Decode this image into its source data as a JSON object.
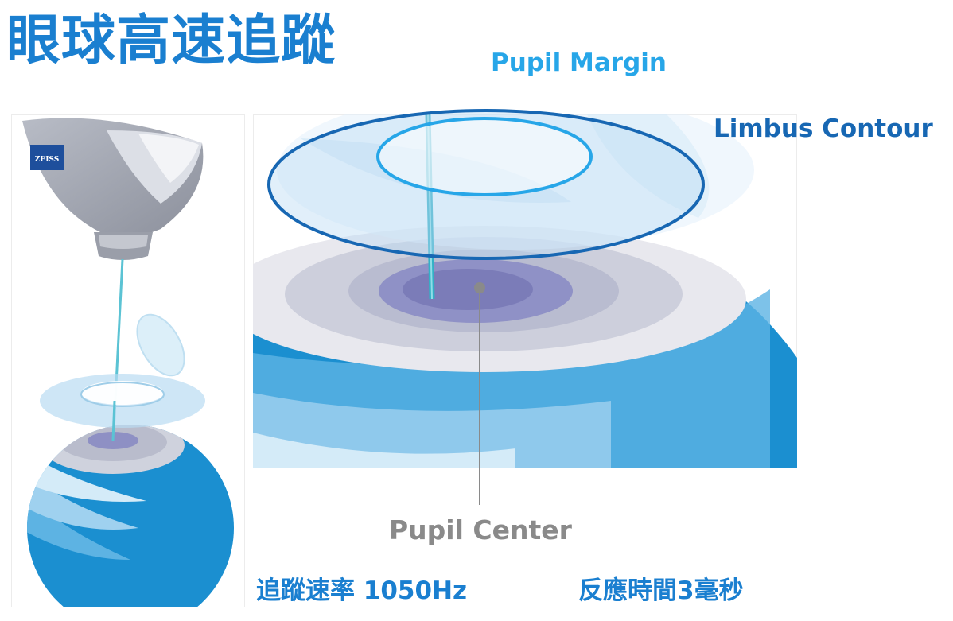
{
  "title": "眼球高速追蹤",
  "labels": {
    "pupil_margin": "Pupil Margin",
    "limbus_contour": "Limbus Contour",
    "pupil_center": "Pupil Center"
  },
  "specs": {
    "tracking_rate": "追蹤速率 1050Hz",
    "response_time": "反應時間3毫秒"
  },
  "device": {
    "brand": "ZEISS"
  },
  "colors": {
    "title": "#1a7fd0",
    "pupil_margin": "#27a6e8",
    "limbus_contour": "#1767b3",
    "pupil_center": "#8a8a8a",
    "eye_blue": "#1b8fd0"
  }
}
